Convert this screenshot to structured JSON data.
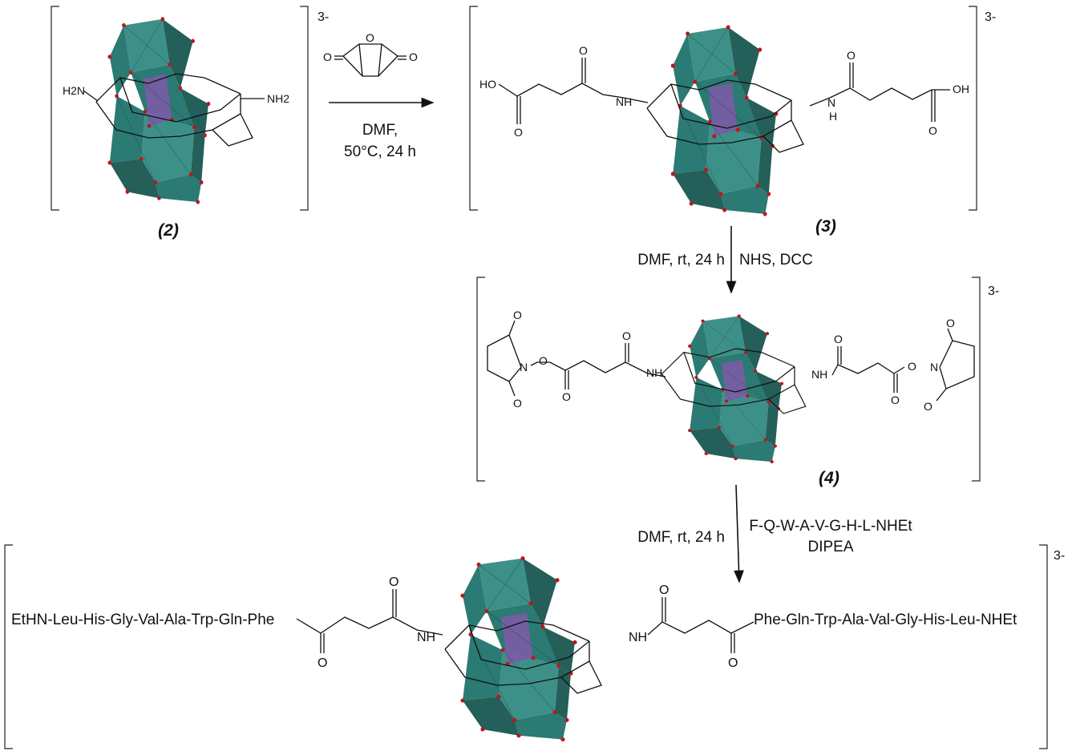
{
  "colors": {
    "polyhedra": "#2b7a73",
    "polyhedra_dark": "#245f5a",
    "polyhedra_light": "#3d9088",
    "central": "#7b5ba6",
    "oxygen": "#c0141c"
  },
  "compounds": {
    "c2": {
      "label": "(2)",
      "charge": "3-",
      "left_group": "H2N",
      "right_group": "NH2"
    },
    "c3": {
      "label": "(3)",
      "charge": "3-",
      "left_acid": "HO",
      "right_acid": "OH",
      "amide_n": "H",
      "amide_nh": "NH"
    },
    "c4": {
      "label": "(4)",
      "charge": "3-"
    },
    "c5": {
      "charge": "3-",
      "left_peptide": "EtHN-Leu-His-Gly-Val-Ala-Trp-Gln-Phe",
      "right_peptide": "Phe-Gln-Trp-Ala-Val-Gly-His-Leu-NHEt"
    }
  },
  "atoms": {
    "O": "O",
    "N": "N",
    "H": "H",
    "NH": "NH"
  },
  "reactions": {
    "r1": {
      "line1": "DMF,",
      "line2": "50°C, 24 h"
    },
    "r2": {
      "left": "DMF, rt, 24 h",
      "right": "NHS, DCC"
    },
    "r3": {
      "left": "DMF, rt, 24 h",
      "right_line1": "F-Q-W-A-V-G-H-L-NHEt",
      "right_line2": "DIPEA"
    }
  }
}
